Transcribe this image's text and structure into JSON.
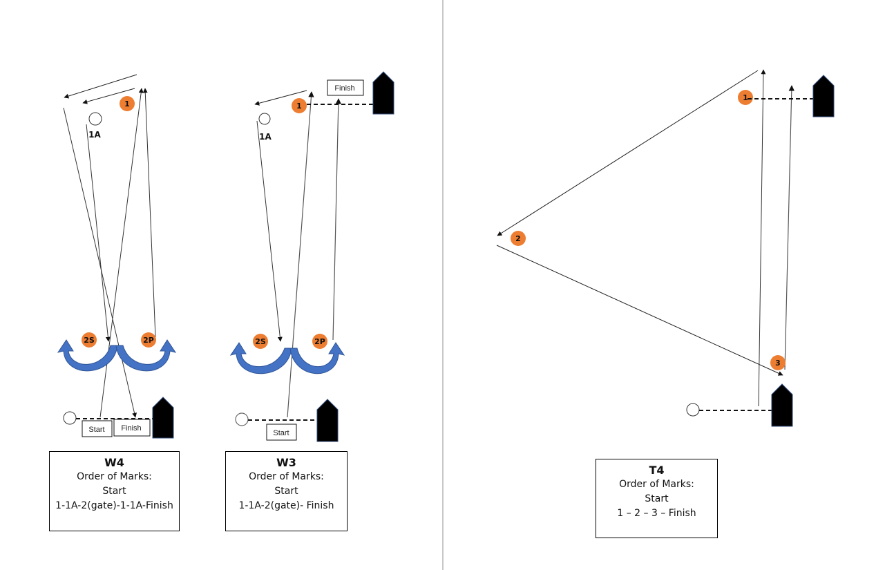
{
  "colors": {
    "mark_fill": "#ed7d31",
    "arrow_blue": "#4472c4",
    "boat_fill": "#000000",
    "boat_stroke": "#2f4a7a",
    "divider": "#c8c8c8"
  },
  "w4": {
    "marks": {
      "m1": "1",
      "m1a": "1A",
      "m2s": "2S",
      "m2p": "2P"
    },
    "boxes": {
      "start": "Start",
      "finish": "Finish"
    },
    "legend": {
      "title": "W4",
      "line1": "Order of Marks:",
      "line2": "Start",
      "line3": "1-1A-2(gate)-1-1A-Finish"
    }
  },
  "w3": {
    "marks": {
      "m1": "1",
      "m1a": "1A",
      "m2s": "2S",
      "m2p": "2P"
    },
    "boxes": {
      "start": "Start",
      "finish": "Finish"
    },
    "legend": {
      "title": "W3",
      "line1": "Order of Marks:",
      "line2": "Start",
      "line3": "1-1A-2(gate)- Finish"
    }
  },
  "t4": {
    "marks": {
      "m1": "1",
      "m2": "2",
      "m3": "3"
    },
    "legend": {
      "title": "T4",
      "line1": "Order of Marks:",
      "line2": "Start",
      "line3": "1 – 2 – 3 – Finish"
    }
  }
}
